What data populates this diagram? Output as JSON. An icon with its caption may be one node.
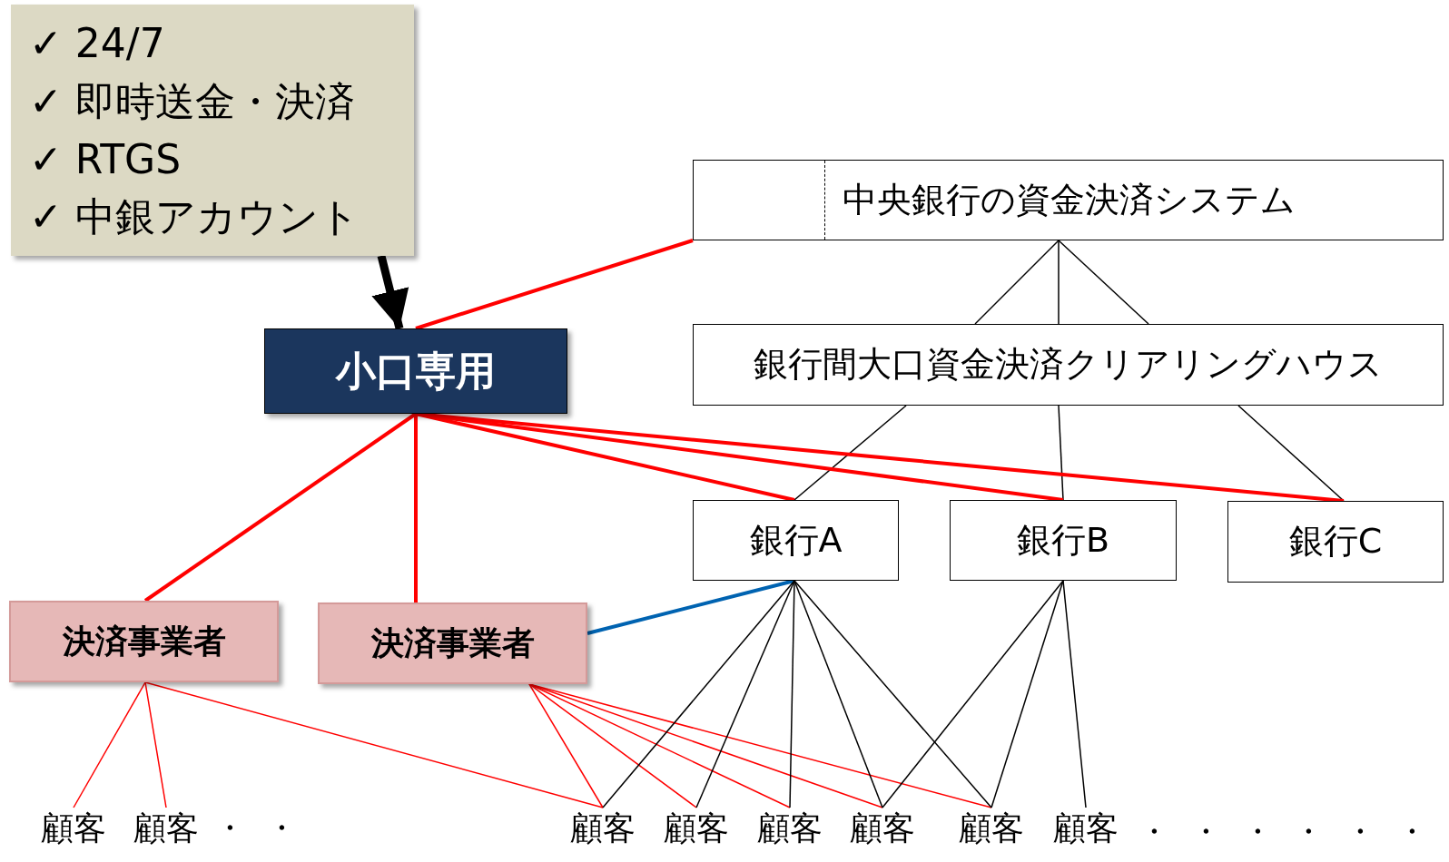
{
  "diagram": {
    "nodes": [
      {
        "text": [
          "✓ 24/7",
          "✓ 即時送金・決済",
          "✓ RTGS",
          "✓ 中銀アカウント"
        ]
      },
      {
        "text": [
          "中央銀行の資金決済システム"
        ]
      },
      {
        "text": [
          "小口専用"
        ]
      },
      {
        "text": [
          "銀行間大口資金決済クリアリングハウス"
        ]
      },
      {
        "text": [
          "銀行A"
        ]
      },
      {
        "text": [
          "銀行B"
        ]
      },
      {
        "text": [
          "銀行C"
        ]
      },
      {
        "text": [
          "決済事業者"
        ]
      },
      {
        "text": [
          "決済事業者"
        ]
      },
      {
        "text": [
          "顧客"
        ]
      },
      {
        "text": [
          "顧客"
        ]
      },
      {
        "text": [
          "顧客"
        ]
      },
      {
        "text": [
          "顧客"
        ]
      },
      {
        "text": [
          "顧客"
        ]
      },
      {
        "text": [
          "顧客"
        ]
      },
      {
        "text": [
          "顧客"
        ]
      },
      {
        "text": [
          "顧客"
        ]
      }
    ],
    "edges": [
      {
        "from": 0,
        "to": 2,
        "arrow": "to",
        "style": "thick"
      },
      {
        "from": 1,
        "to": 2,
        "arrow": "none",
        "style": "thick",
        "color": "#ff0000"
      },
      {
        "from": 1,
        "to": 3,
        "arrow": "none"
      },
      {
        "from": 1,
        "to": 3,
        "arrow": "none"
      },
      {
        "from": 1,
        "to": 3,
        "arrow": "none"
      },
      {
        "from": 3,
        "to": 4,
        "arrow": "none"
      },
      {
        "from": 3,
        "to": 5,
        "arrow": "none"
      },
      {
        "from": 3,
        "to": 6,
        "arrow": "none"
      },
      {
        "from": 2,
        "to": 7,
        "arrow": "none",
        "style": "thick",
        "color": "#ff0000"
      },
      {
        "from": 2,
        "to": 8,
        "arrow": "none",
        "style": "thick",
        "color": "#ff0000"
      },
      {
        "from": 2,
        "to": 4,
        "arrow": "none",
        "style": "thick",
        "color": "#ff0000"
      },
      {
        "from": 2,
        "to": 5,
        "arrow": "none",
        "style": "thick",
        "color": "#ff0000"
      },
      {
        "from": 2,
        "to": 6,
        "arrow": "none",
        "style": "thick",
        "color": "#ff0000"
      },
      {
        "from": 8,
        "to": 4,
        "arrow": "none",
        "style": "thick",
        "color": "#0063b1"
      },
      {
        "from": 7,
        "to": 9,
        "arrow": "none",
        "color": "#ff0000"
      },
      {
        "from": 7,
        "to": 10,
        "arrow": "none",
        "color": "#ff0000"
      },
      {
        "from": 7,
        "to": 11,
        "arrow": "none",
        "color": "#ff0000"
      },
      {
        "from": 8,
        "to": 11,
        "arrow": "none",
        "color": "#ff0000"
      },
      {
        "from": 8,
        "to": 12,
        "arrow": "none",
        "color": "#ff0000"
      },
      {
        "from": 8,
        "to": 13,
        "arrow": "none",
        "color": "#ff0000"
      },
      {
        "from": 8,
        "to": 14,
        "arrow": "none",
        "color": "#ff0000"
      },
      {
        "from": 8,
        "to": 15,
        "arrow": "none",
        "color": "#ff0000"
      },
      {
        "from": 4,
        "to": 11,
        "arrow": "none"
      },
      {
        "from": 4,
        "to": 12,
        "arrow": "none"
      },
      {
        "from": 4,
        "to": 13,
        "arrow": "none"
      },
      {
        "from": 4,
        "to": 14,
        "arrow": "none"
      },
      {
        "from": 4,
        "to": 15,
        "arrow": "none"
      },
      {
        "from": 5,
        "to": 14,
        "arrow": "none"
      },
      {
        "from": 5,
        "to": 15,
        "arrow": "none"
      },
      {
        "from": 5,
        "to": 16,
        "arrow": "none"
      }
    ],
    "labels": [
      "・ ・",
      "・ ・ ・ ・ ・ ・"
    ]
  }
}
